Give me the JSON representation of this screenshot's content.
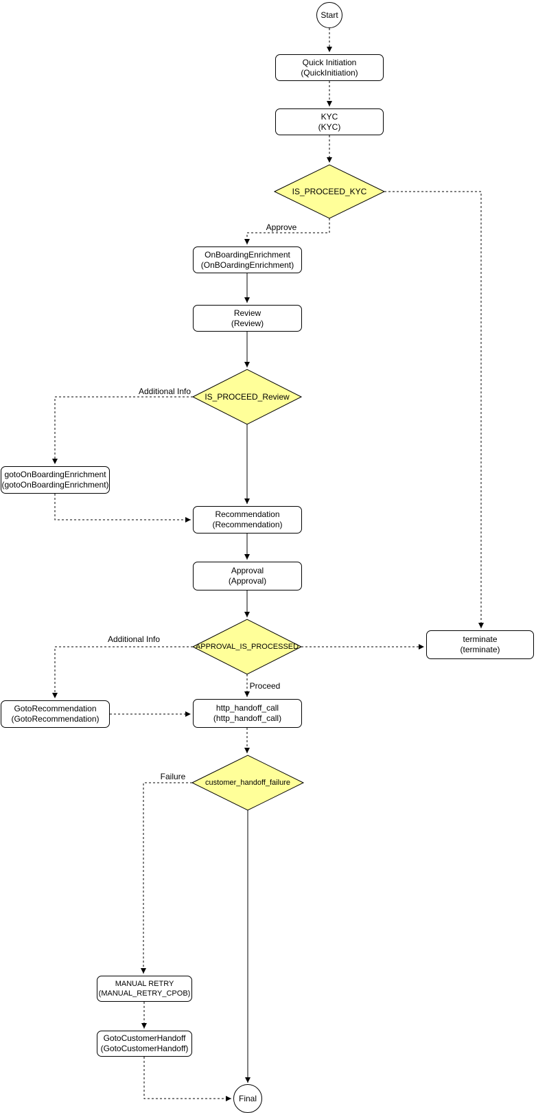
{
  "diagram": {
    "nodes": {
      "start": {
        "label": "Start",
        "type": "circle"
      },
      "quick_initiation": {
        "line1": "Quick Initiation",
        "line2": "(QuickInitiation)",
        "type": "process"
      },
      "kyc": {
        "line1": "KYC",
        "line2": "(KYC)",
        "type": "process"
      },
      "is_proceed_kyc": {
        "label": "IS_PROCEED_KYC",
        "type": "decision"
      },
      "onboarding_enrichment": {
        "line1": "OnBoardingEnrichment",
        "line2": "(OnBOardingEnrichment)",
        "type": "process"
      },
      "review": {
        "line1": "Review",
        "line2": "(Review)",
        "type": "process"
      },
      "is_proceed_review": {
        "label": "IS_PROCEED_Review",
        "type": "decision"
      },
      "goto_onboarding_enrichment": {
        "line1": "gotoOnBoardingEnrichment",
        "line2": "(gotoOnBoardingEnrichment)",
        "type": "process"
      },
      "recommendation": {
        "line1": "Recommendation",
        "line2": "(Recommendation)",
        "type": "process"
      },
      "approval": {
        "line1": "Approval",
        "line2": "(Approval)",
        "type": "process"
      },
      "approval_is_processed": {
        "label": "APPROVAL_IS_PROCESSED",
        "type": "decision"
      },
      "terminate": {
        "line1": "terminate",
        "line2": "(terminate)",
        "type": "process"
      },
      "goto_recommendation": {
        "line1": "GotoRecommendation",
        "line2": "(GotoRecommendation)",
        "type": "process"
      },
      "http_handoff_call": {
        "line1": "http_handoff_call",
        "line2": "(http_handoff_call)",
        "type": "process"
      },
      "customer_handoff_failure": {
        "label": "customer_handoff_failure",
        "type": "decision"
      },
      "manual_retry": {
        "line1": "MANUAL RETRY",
        "line2": "(MANUAL_RETRY_CPOB)",
        "type": "process"
      },
      "goto_customer_handoff": {
        "line1": "GotoCustomerHandoff",
        "line2": "(GotoCustomerHandoff)",
        "type": "process"
      },
      "final": {
        "label": "Final",
        "type": "circle"
      }
    },
    "edge_labels": {
      "approve": "Approve",
      "additional_info_review": "Additional Info",
      "additional_info_approval": "Additional Info",
      "proceed": "Proceed",
      "failure": "Failure"
    },
    "edges": [
      {
        "from": "start",
        "to": "quick_initiation",
        "style": "dashed"
      },
      {
        "from": "quick_initiation",
        "to": "kyc",
        "style": "dashed"
      },
      {
        "from": "kyc",
        "to": "is_proceed_kyc",
        "style": "dashed"
      },
      {
        "from": "is_proceed_kyc",
        "to": "terminate",
        "style": "dashed"
      },
      {
        "from": "is_proceed_kyc",
        "to": "onboarding_enrichment",
        "label": "Approve",
        "style": "dashed"
      },
      {
        "from": "onboarding_enrichment",
        "to": "review",
        "style": "solid"
      },
      {
        "from": "review",
        "to": "is_proceed_review",
        "style": "solid"
      },
      {
        "from": "is_proceed_review",
        "to": "goto_onboarding_enrichment",
        "label": "Additional Info",
        "style": "dashed"
      },
      {
        "from": "goto_onboarding_enrichment",
        "to": "recommendation",
        "style": "dashed"
      },
      {
        "from": "is_proceed_review",
        "to": "recommendation",
        "style": "solid"
      },
      {
        "from": "recommendation",
        "to": "approval",
        "style": "solid"
      },
      {
        "from": "approval",
        "to": "approval_is_processed",
        "style": "solid"
      },
      {
        "from": "approval_is_processed",
        "to": "terminate",
        "style": "dashed"
      },
      {
        "from": "approval_is_processed",
        "to": "goto_recommendation",
        "label": "Additional Info",
        "style": "dashed"
      },
      {
        "from": "approval_is_processed",
        "to": "http_handoff_call",
        "label": "Proceed",
        "style": "dashed"
      },
      {
        "from": "goto_recommendation",
        "to": "http_handoff_call",
        "style": "dashed"
      },
      {
        "from": "http_handoff_call",
        "to": "customer_handoff_failure",
        "style": "dashed"
      },
      {
        "from": "customer_handoff_failure",
        "to": "manual_retry",
        "label": "Failure",
        "style": "dashed"
      },
      {
        "from": "manual_retry",
        "to": "goto_customer_handoff",
        "style": "dashed"
      },
      {
        "from": "goto_customer_handoff",
        "to": "final",
        "style": "dashed"
      },
      {
        "from": "customer_handoff_failure",
        "to": "final",
        "style": "solid"
      }
    ],
    "colors": {
      "decision_fill": "#FFFF99",
      "node_fill": "#FFFFFF",
      "stroke": "#000000",
      "text": "#000000",
      "background": "#FFFFFF"
    }
  }
}
